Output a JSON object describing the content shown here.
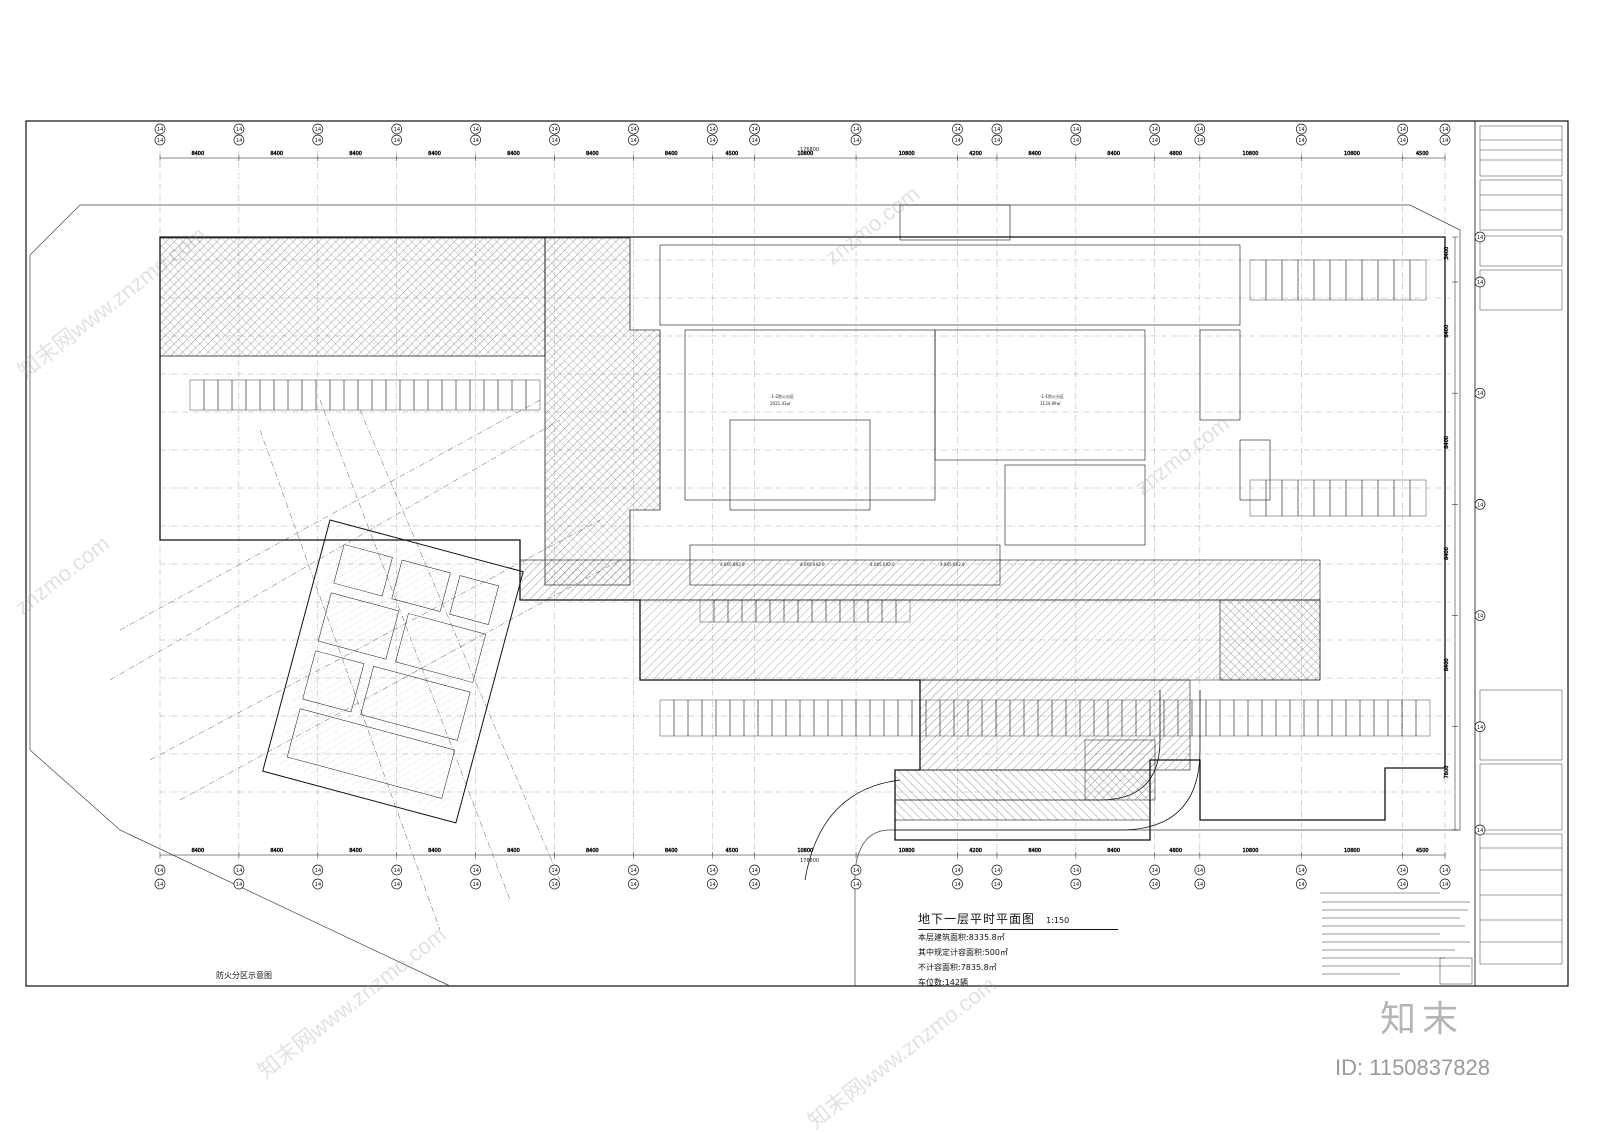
{
  "drawing": {
    "title": "地下一层平时平面图",
    "scale": "1:150",
    "stats": [
      "本层建筑面积:8335.8㎡",
      "其中规定计容面积:500㎡",
      "不计容面积:7835.8㎡",
      "车位数:142辆"
    ],
    "fire_zone_caption": "防火分区示意图",
    "zone_labels": [
      "-1-2防火分区",
      "-1-1防火分区"
    ],
    "zone_areas": [
      "2021.43㎡",
      "3134.99㎡"
    ],
    "parking_code": "4.0X5.0X2.0"
  },
  "dimensions": {
    "top_bays": [
      "8400",
      "8400",
      "8400",
      "8400",
      "8400",
      "8400",
      "8400",
      "4500",
      "10800",
      "10800",
      "4200",
      "8400",
      "8400",
      "4800",
      "10800",
      "10800",
      "4500"
    ],
    "total": "176800",
    "right_bays": [
      "3400",
      "8400",
      "8400",
      "8400",
      "8400",
      "7800"
    ]
  },
  "axis_labels": [
    "14",
    "14",
    "14",
    "14",
    "14",
    "14",
    "14",
    "14",
    "14",
    "14",
    "14",
    "14",
    "14",
    "14",
    "14",
    "14",
    "14",
    "14",
    "14",
    "14",
    "14",
    "14",
    "14",
    "14",
    "14",
    "14",
    "14",
    "14",
    "14",
    "14",
    "14",
    "14",
    "14",
    "14",
    "14",
    "14",
    "14",
    "14",
    "14",
    "14",
    "14",
    "14",
    "14"
  ],
  "watermark": {
    "site": "znzmo.com",
    "site_cn": "知末网www.znzmo.com",
    "logo": "知末",
    "id": "ID: 1150837828"
  },
  "colors": {
    "line": "#111111",
    "hatch": "#555555",
    "watermark": "#9a9a9a"
  }
}
